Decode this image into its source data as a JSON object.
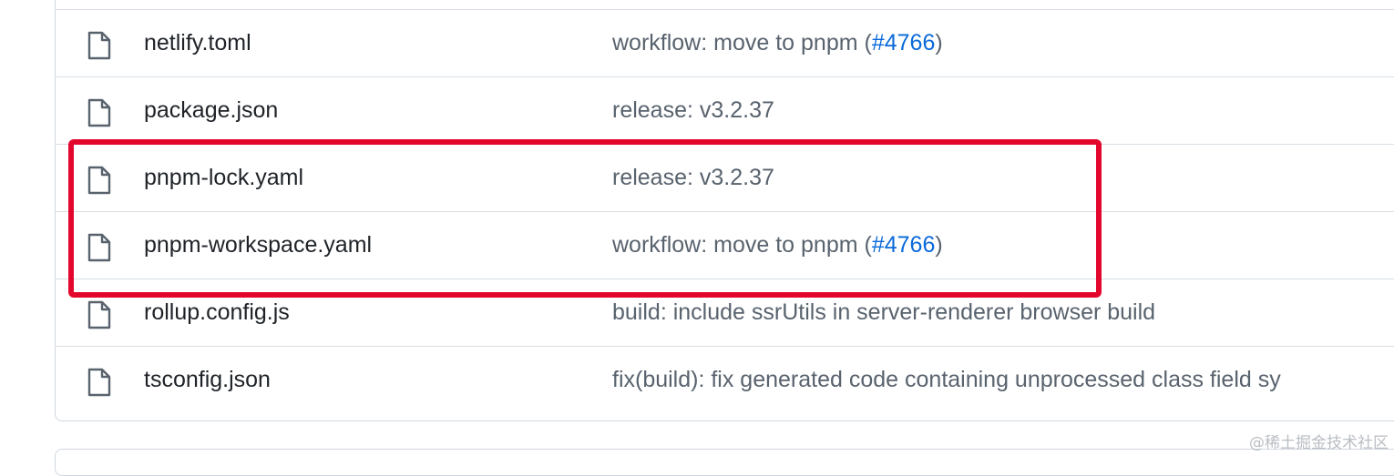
{
  "files": [
    {
      "name": "netlify.toml",
      "icon": "file-icon",
      "message_text": "workflow: move to pnpm (",
      "message_link": "#4766",
      "message_suffix": ")"
    },
    {
      "name": "package.json",
      "icon": "file-icon",
      "message_text": "release: v3.2.37",
      "message_link": "",
      "message_suffix": ""
    },
    {
      "name": "pnpm-lock.yaml",
      "icon": "file-icon",
      "message_text": "release: v3.2.37",
      "message_link": "",
      "message_suffix": ""
    },
    {
      "name": "pnpm-workspace.yaml",
      "icon": "file-icon",
      "message_text": "workflow: move to pnpm (",
      "message_link": "#4766",
      "message_suffix": ")"
    },
    {
      "name": "rollup.config.js",
      "icon": "file-icon",
      "message_text": "build: include ssrUtils in server-renderer browser build",
      "message_link": "",
      "message_suffix": ""
    },
    {
      "name": "tsconfig.json",
      "icon": "file-icon",
      "message_text": "fix(build): fix generated code containing unprocessed class field sy",
      "message_link": "",
      "message_suffix": ""
    }
  ],
  "colors": {
    "link": "#0969da",
    "highlight_border": "#e3072e",
    "row_border": "#d8dee4"
  },
  "watermark": "@稀土掘金技术社区"
}
